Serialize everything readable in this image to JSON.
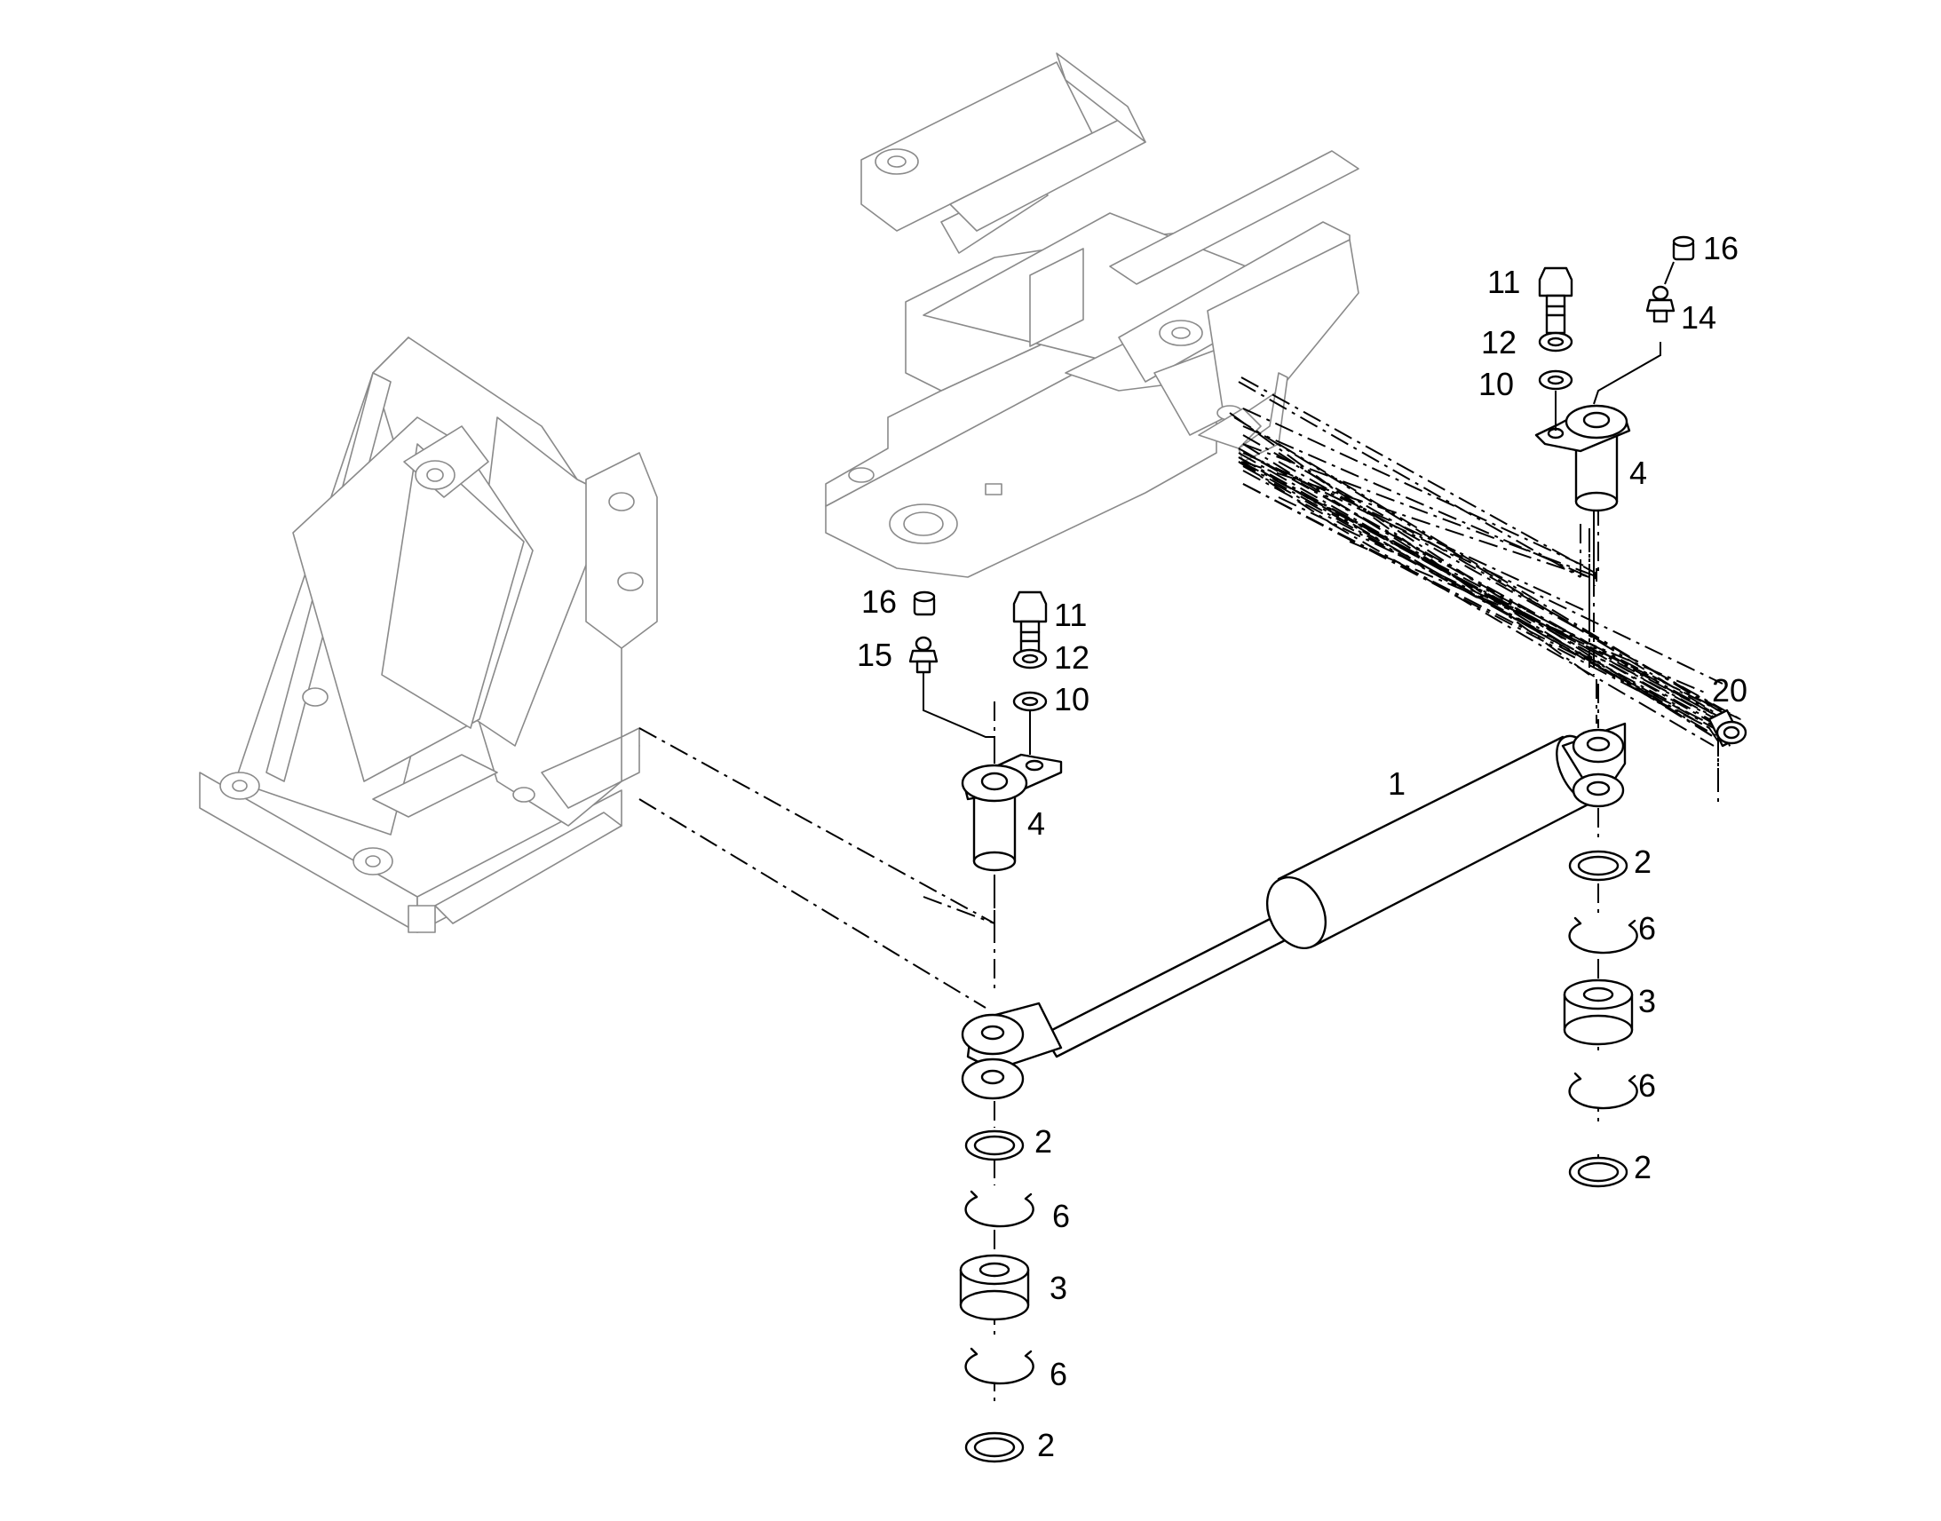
{
  "diagram": {
    "colors": {
      "line": "#000000",
      "ghost": "#8a8a8a",
      "shade": "#e6e6e6"
    },
    "callouts": [
      {
        "id": "c1",
        "text": "1"
      },
      {
        "id": "c2a",
        "text": "2"
      },
      {
        "id": "c2b",
        "text": "2"
      },
      {
        "id": "c2c",
        "text": "2"
      },
      {
        "id": "c2d",
        "text": "2"
      },
      {
        "id": "c3a",
        "text": "3"
      },
      {
        "id": "c3b",
        "text": "3"
      },
      {
        "id": "c4a",
        "text": "4"
      },
      {
        "id": "c4b",
        "text": "4"
      },
      {
        "id": "c6a",
        "text": "6"
      },
      {
        "id": "c6b",
        "text": "6"
      },
      {
        "id": "c6c",
        "text": "6"
      },
      {
        "id": "c6d",
        "text": "6"
      },
      {
        "id": "c10a",
        "text": "10"
      },
      {
        "id": "c10b",
        "text": "10"
      },
      {
        "id": "c11a",
        "text": "11"
      },
      {
        "id": "c11b",
        "text": "11"
      },
      {
        "id": "c12a",
        "text": "12"
      },
      {
        "id": "c12b",
        "text": "12"
      },
      {
        "id": "c14",
        "text": "14"
      },
      {
        "id": "c15",
        "text": "15"
      },
      {
        "id": "c16a",
        "text": "16"
      },
      {
        "id": "c16b",
        "text": "16"
      },
      {
        "id": "c20",
        "text": "20"
      }
    ]
  }
}
